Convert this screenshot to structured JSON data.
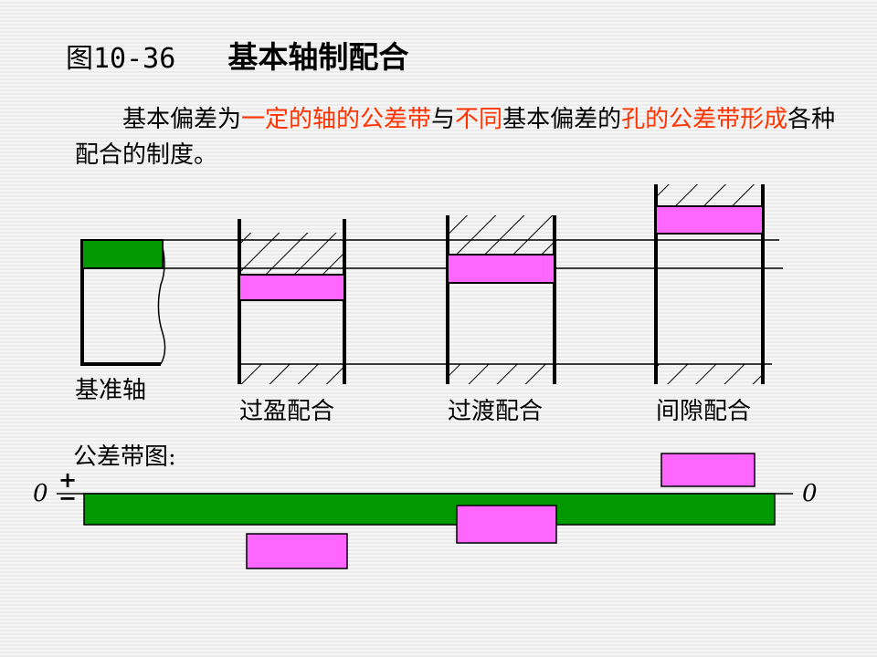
{
  "title": {
    "figure": "图10-36",
    "text": "基本轴制配合"
  },
  "paragraph": [
    {
      "text": "基本偏差为",
      "highlight": false
    },
    {
      "text": "一定的轴的公差带",
      "highlight": true
    },
    {
      "text": "与",
      "highlight": false
    },
    {
      "text": "不同",
      "highlight": true
    },
    {
      "text": "基本偏差的",
      "highlight": false
    },
    {
      "text": "孔的公差带形成",
      "highlight": true
    },
    {
      "text": "各种配合的制度。",
      "highlight": false
    }
  ],
  "labels": {
    "shaft": "基准轴",
    "interference": "过盈配合",
    "transition": "过渡配合",
    "clearance": "间隙配合",
    "tolerance_diagram": "公差带图:"
  },
  "axis": {
    "zero_left": "0",
    "zero_right": "0",
    "plus": "+",
    "minus": "−"
  },
  "colors": {
    "highlight_text": "#ff3300",
    "shaft_zone": "#009900",
    "hole_zone": "#ff66ff",
    "line": "#000000"
  }
}
